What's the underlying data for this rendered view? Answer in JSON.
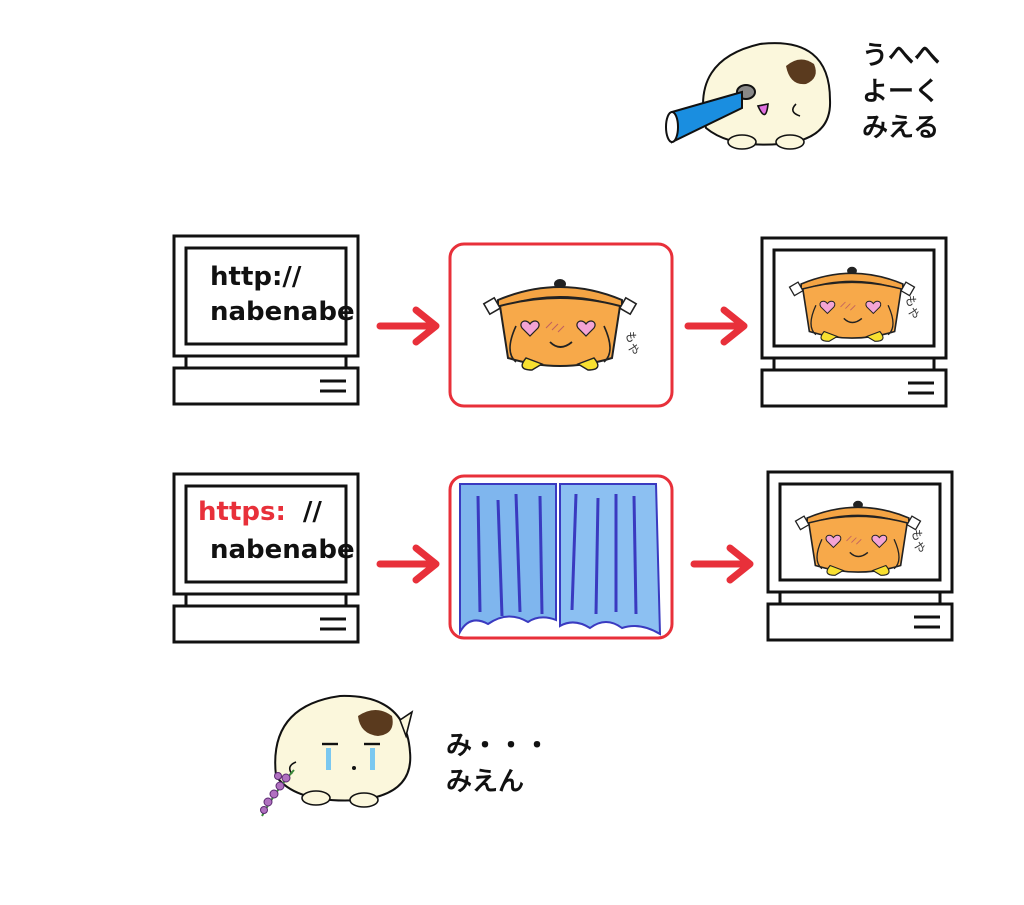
{
  "colors": {
    "arrow": "#e8303a",
    "frame": "#e8303a",
    "pot_body": "#f7a94a",
    "pot_lid": "#f4a444",
    "heart": "#f4a4d4",
    "feet": "#f8e030",
    "curtain": "#7fb6ee",
    "curtain_lines": "#3a3ac0",
    "mascot_body": "#fbf7dc",
    "mascot_spot": "#5a3a1e",
    "telescope": "#1a8ee0",
    "tear": "#7ac8f0",
    "flower": "#b070c0",
    "https_highlight": "#e8303a"
  },
  "top_mascot": {
    "speech_lines": [
      "うへへ",
      "よーく",
      "みえる"
    ]
  },
  "row_http": {
    "url_line1": "http://",
    "url_line2": "nabenabe",
    "pot_mark": "もや"
  },
  "row_https": {
    "url_scheme": "https:",
    "url_slashes": "//",
    "url_line2": "nabenabe",
    "pot_mark": "もや"
  },
  "bottom_mascot": {
    "speech_lines": [
      "み・・・",
      "みえん"
    ]
  }
}
